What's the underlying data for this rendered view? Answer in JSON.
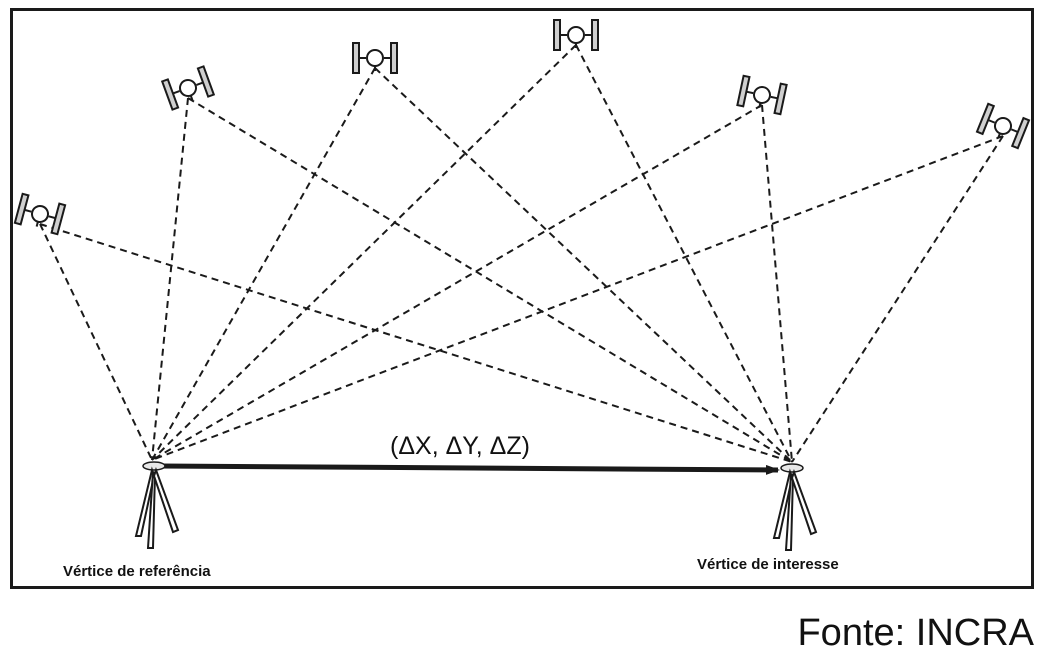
{
  "diagram": {
    "vector_label": "(ΔX, ΔY, ΔZ)",
    "reference_vertex_label": "Vértice de referência",
    "interest_vertex_label": "Vértice de interesse",
    "satellite_icon": "satellite-icon",
    "tripod_icon": "tripod-icon",
    "line_color": "#1a1a1a",
    "satellite_count": 6
  },
  "source": "Fonte: INCRA"
}
